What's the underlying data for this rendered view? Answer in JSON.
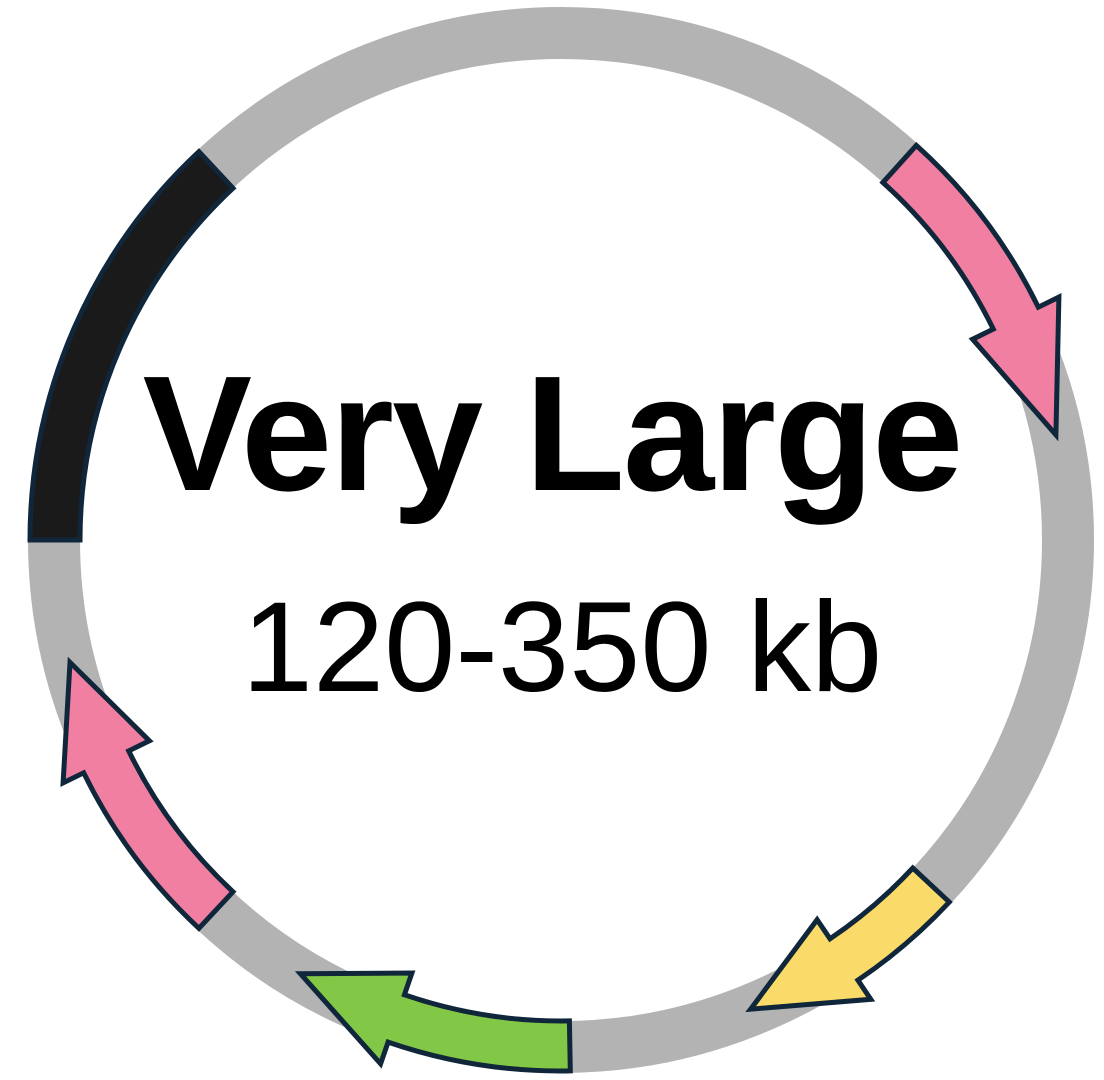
{
  "label": {
    "title": "Very Large",
    "size": "120-350 kb"
  },
  "colors": {
    "backbone": "#b3b3b3",
    "outline": "#10263a",
    "pink": "#f07fa1",
    "yellow": "#fadb69",
    "green": "#82c846",
    "black": "#1a1a1a",
    "text": "#000000"
  },
  "features": [
    {
      "name": "pink-feature-right",
      "color": "pink",
      "direction": "clockwise",
      "arrow": true
    },
    {
      "name": "yellow-feature",
      "color": "yellow",
      "direction": "clockwise",
      "arrow": true
    },
    {
      "name": "green-feature",
      "color": "green",
      "direction": "clockwise",
      "arrow": true
    },
    {
      "name": "pink-feature-left",
      "color": "pink",
      "direction": "clockwise",
      "arrow": true
    },
    {
      "name": "black-feature",
      "color": "black",
      "direction": "none",
      "arrow": false
    }
  ]
}
